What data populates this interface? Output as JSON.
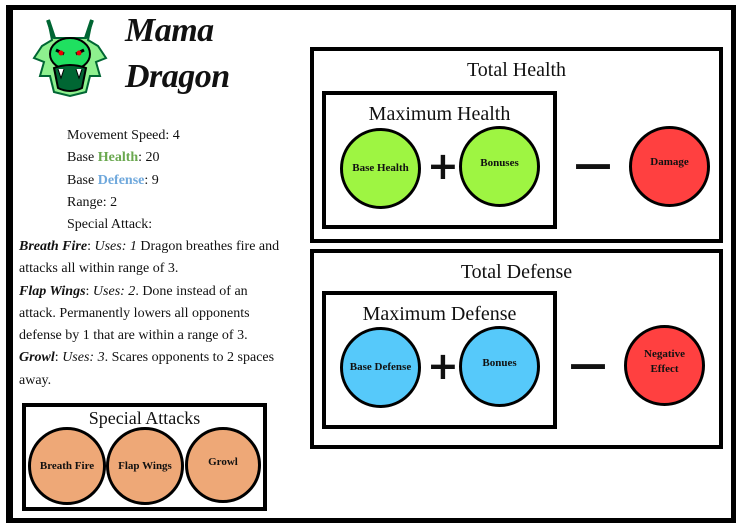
{
  "character": {
    "name_line1": "Mama",
    "name_line2": "Dragon"
  },
  "stats": {
    "movement_label": "Movement Speed: ",
    "movement": "4",
    "health_prefix": "Base ",
    "health_word": "Health",
    "health_value": ": 20",
    "defense_prefix": "Base ",
    "defense_word": "Defense",
    "defense_value": ": 9",
    "range_label": "Range: ",
    "range": "2",
    "special_label": "Special Attack:"
  },
  "attacks": [
    {
      "name": "Breath Fire",
      "uses": "Uses: 1",
      "desc": " Dragon breathes fire and attacks all within range of 3."
    },
    {
      "name": "Flap Wings",
      "uses": "Uses: 2",
      "desc": ". Done instead of an attack. Permanently lowers all opponents defense by 1 that are within a range of 3."
    },
    {
      "name": "Growl",
      "uses": "Uses: 3",
      "desc": ". Scares opponents to 2 spaces away."
    }
  ],
  "special_attacks_box": {
    "title": "Special Attacks",
    "items": [
      "Breath Fire",
      "Flap Wings",
      "Growl"
    ]
  },
  "health": {
    "title": "Total Health",
    "max_title": "Maximum Health",
    "base": "Base Health",
    "bonus": "Bonuses",
    "minus_item": "Damage",
    "plus": "+",
    "minus": "—"
  },
  "defense": {
    "title": "Total Defense",
    "max_title": "Maximum Defense",
    "base": "Base Defense",
    "bonus": "Bonues",
    "minus_item_1": "Negative",
    "minus_item_2": "Effect",
    "plus": "+",
    "minus": "—"
  },
  "colors": {
    "health": "#6aa84f",
    "defense": "#6fa8dc",
    "green": "#9ef542",
    "blue": "#56c9fa",
    "red": "#ff4040",
    "orange": "#eea877"
  }
}
